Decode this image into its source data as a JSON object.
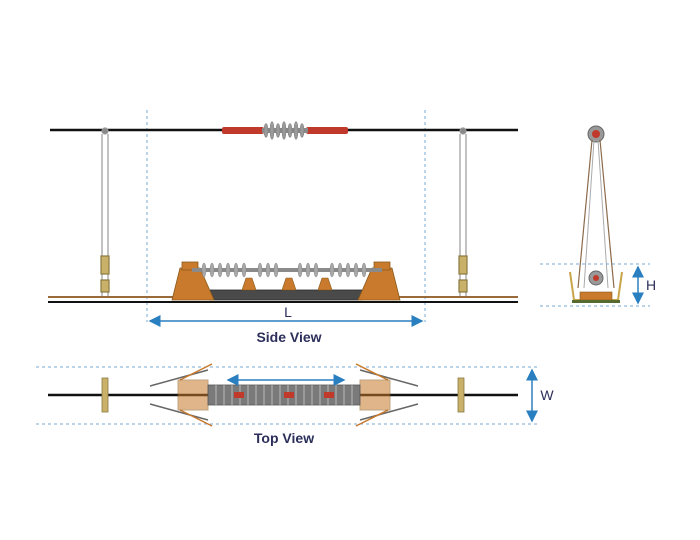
{
  "labels": {
    "side_view": "Side View",
    "top_view": "Top View",
    "length": "L",
    "height": "H",
    "width": "W"
  },
  "colors": {
    "dimension": "#2a7fc1",
    "conductor": "#111111",
    "bracket": "#c97a2c",
    "insulator": "#9a9a9a",
    "body": "#4a4a4a",
    "red_end": "#c0392b",
    "title": "#2b2f5a"
  }
}
